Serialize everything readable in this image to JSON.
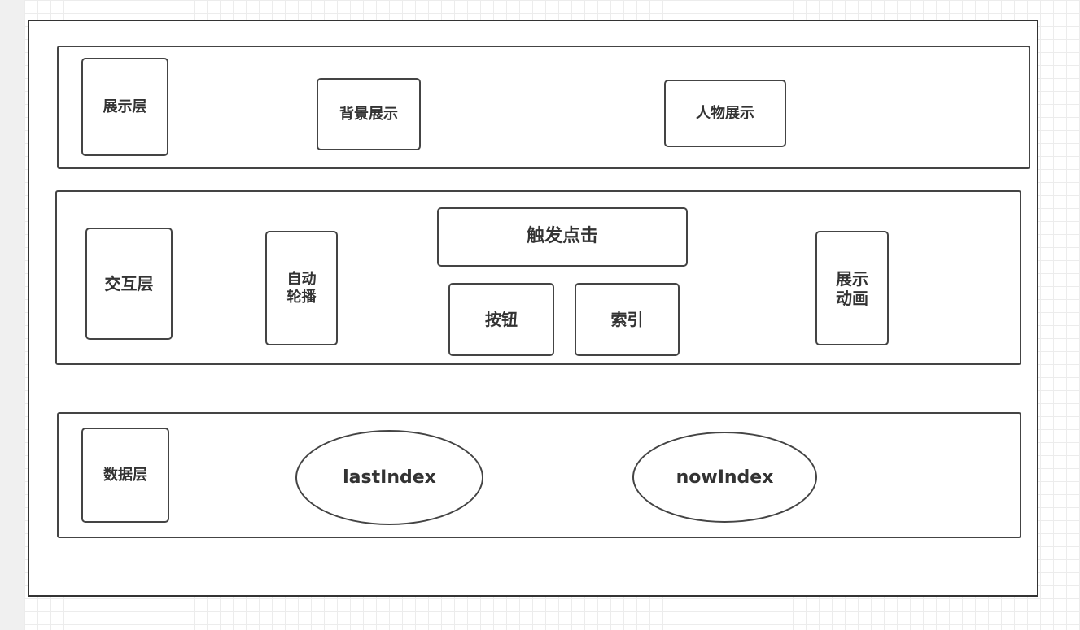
{
  "diagram": {
    "presentation_layer": {
      "label": "展示层",
      "background_display": "背景展示",
      "character_display": "人物展示"
    },
    "interaction_layer": {
      "label": "交互层",
      "autoplay": "自动\n轮播",
      "trigger_click": "触发点击",
      "button": "按钮",
      "index": "索引",
      "show_animation": "展示\n动画"
    },
    "data_layer": {
      "label": "数据层",
      "last_index": "lastIndex",
      "now_index": "nowIndex"
    }
  }
}
